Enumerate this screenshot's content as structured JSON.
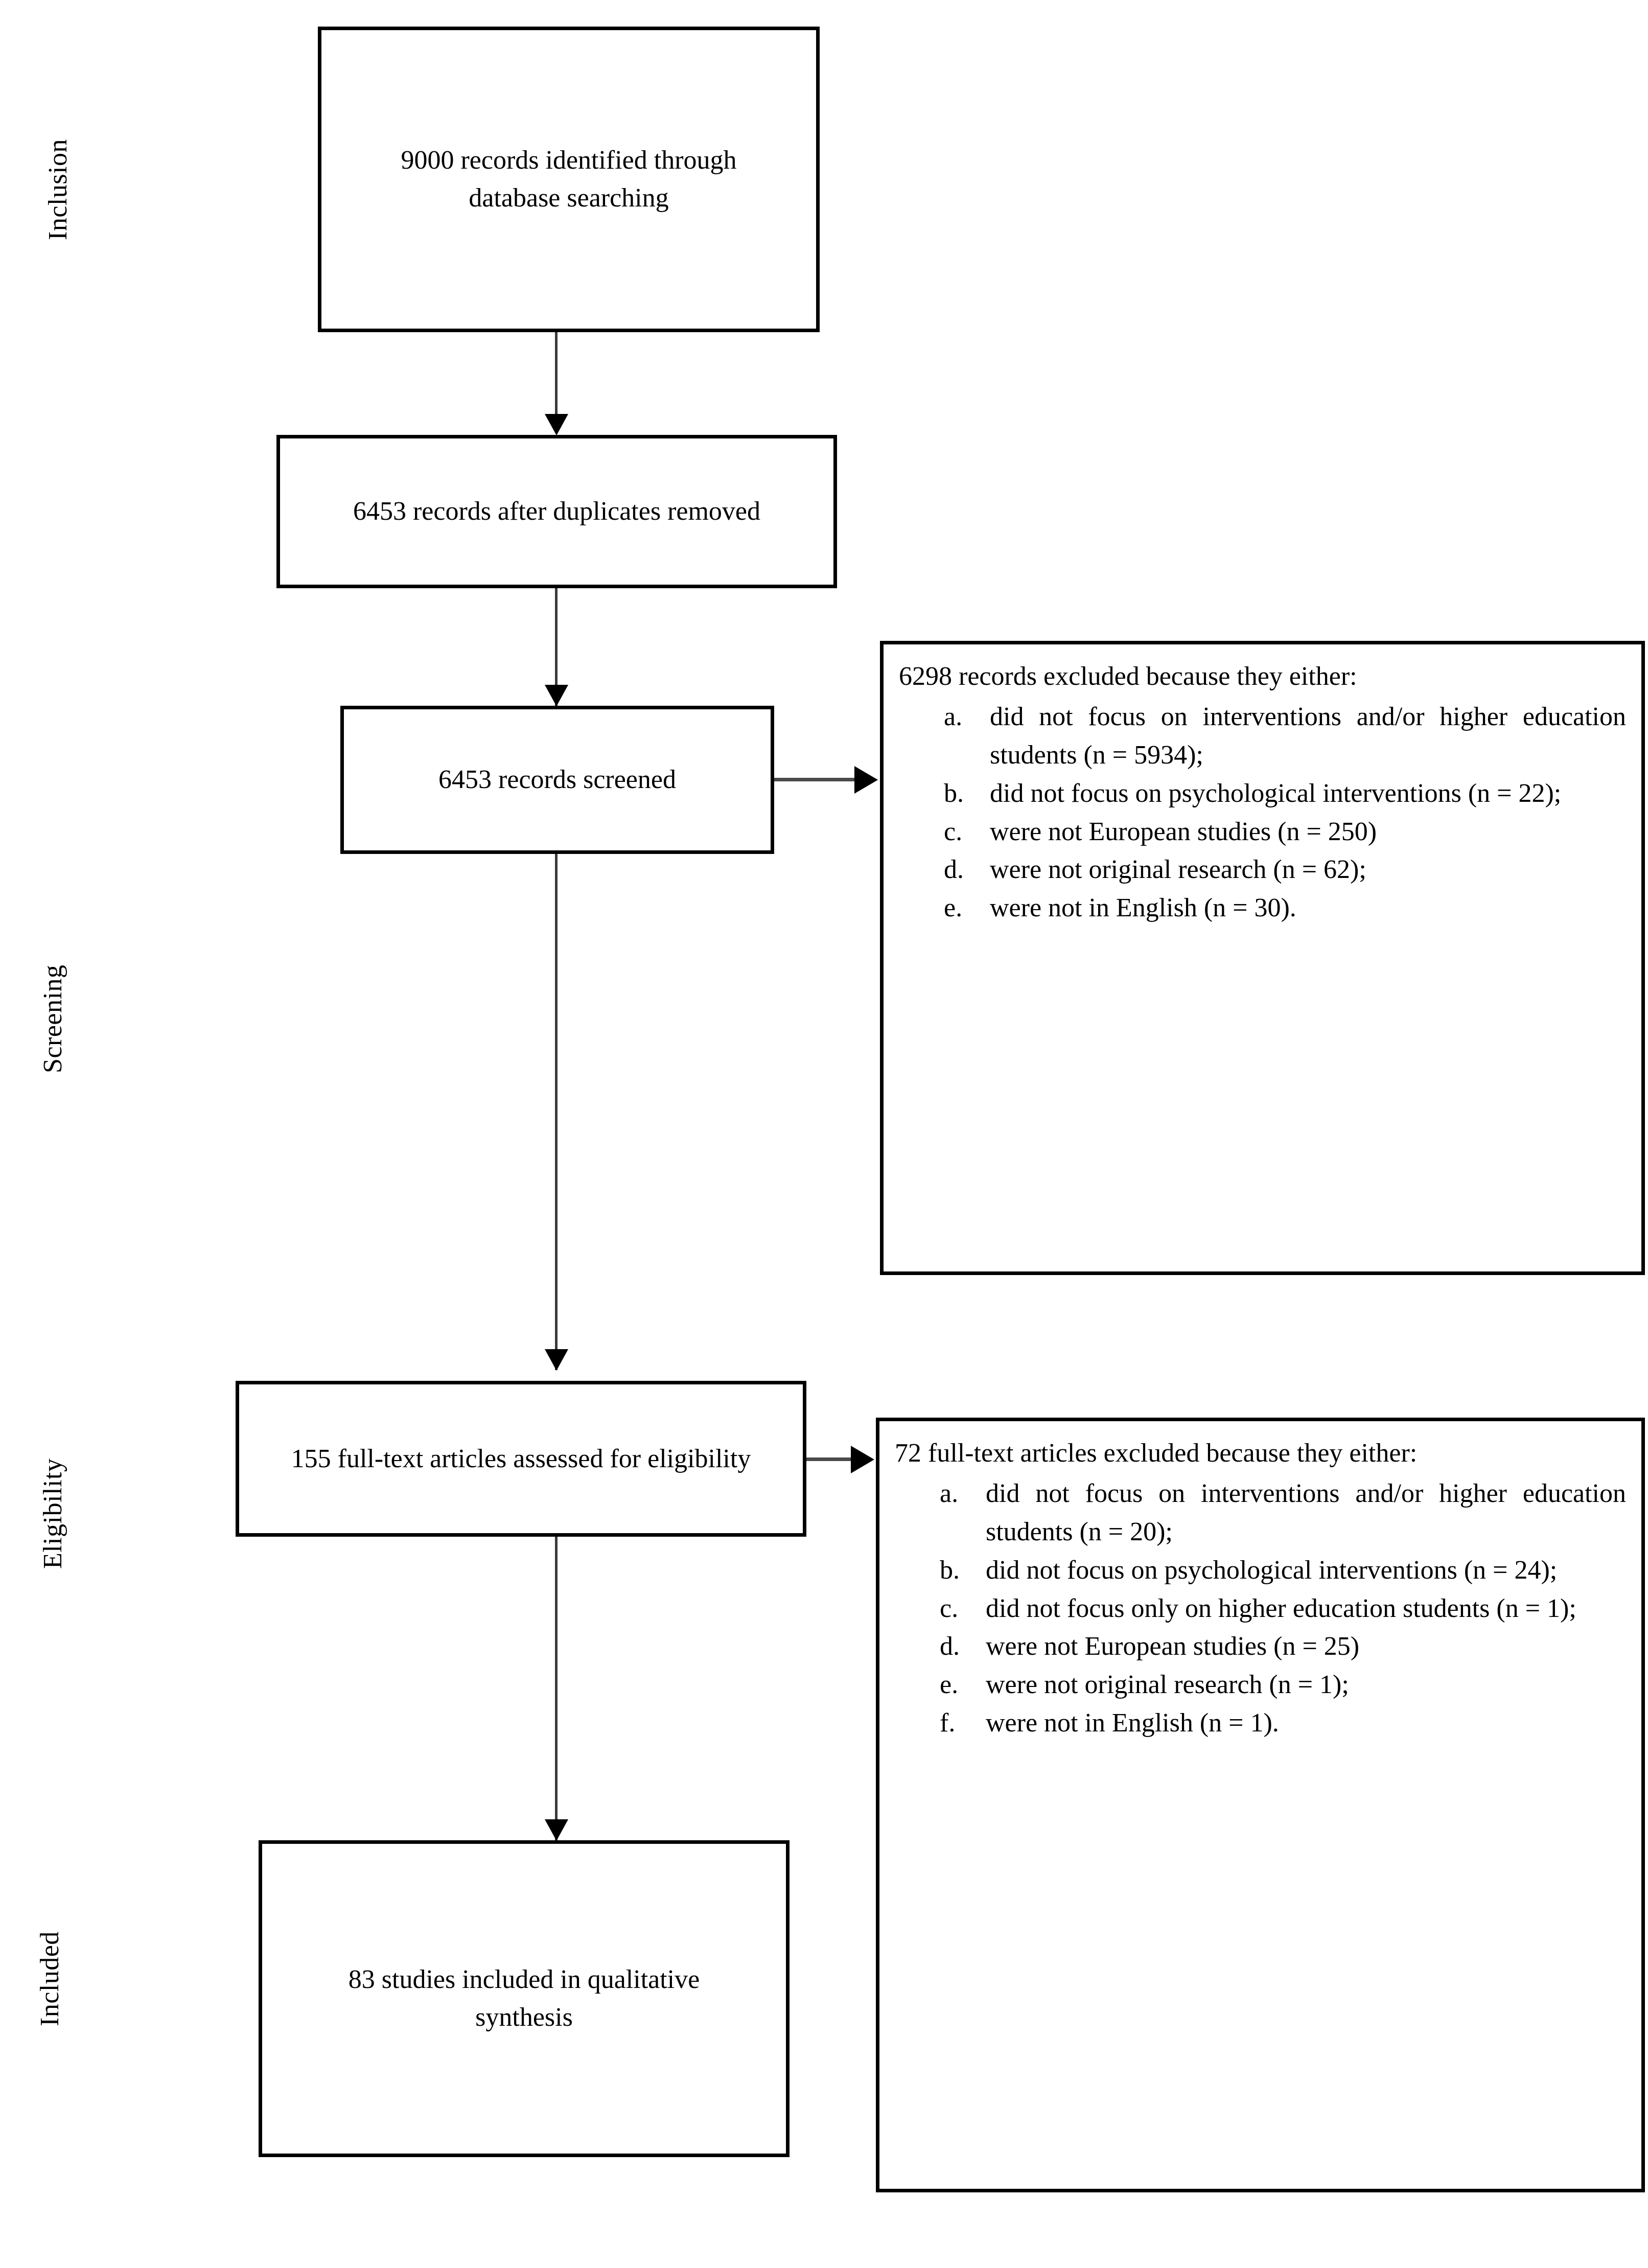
{
  "diagram": {
    "type": "prisma-flow-diagram",
    "stages": [
      {
        "id": "inclusion",
        "label": "Inclusion"
      },
      {
        "id": "screening",
        "label": "Screening"
      },
      {
        "id": "eligibility",
        "label": "Eligibility"
      },
      {
        "id": "included",
        "label": "Included"
      }
    ],
    "boxes": [
      {
        "id": "identified",
        "text": "9000 records identified through database searching",
        "count": 9000
      },
      {
        "id": "duplicates-removed",
        "text": "6453 records after duplicates removed",
        "count": 6453
      },
      {
        "id": "screened",
        "text": "6453 records screened",
        "count": 6453
      },
      {
        "id": "full-text-assessed",
        "text": "155 full-text articles assessed for eligibility",
        "count": 155
      },
      {
        "id": "included-synthesis",
        "text": "83 studies included in qualitative synthesis",
        "count": 83
      }
    ],
    "exclusions": [
      {
        "id": "records-excluded",
        "heading": "6298 records excluded because they either:",
        "count": 6298,
        "items": [
          {
            "marker": "a.",
            "text": "did not focus on interventions and/or higher education students (n = 5934);",
            "n": 5934
          },
          {
            "marker": "b.",
            "text": "did not focus on psychological interventions (n = 22);",
            "n": 22
          },
          {
            "marker": "c.",
            "text": "were not European studies (n = 250)",
            "n": 250
          },
          {
            "marker": "d.",
            "text": "were not original research (n = 62);",
            "n": 62
          },
          {
            "marker": "e.",
            "text": "were not in English (n = 30).",
            "n": 30
          }
        ]
      },
      {
        "id": "full-text-excluded",
        "heading": "72 full-text articles excluded because they either:",
        "count": 72,
        "items": [
          {
            "marker": "a.",
            "text": "did not focus on interventions and/or higher education students (n = 20);",
            "n": 20
          },
          {
            "marker": "b.",
            "text": "did not focus on psychological interventions (n = 24);",
            "n": 24
          },
          {
            "marker": "c.",
            "text": "did not focus only on higher education students (n = 1);",
            "n": 1
          },
          {
            "marker": "d.",
            "text": "were not European studies (n = 25)",
            "n": 25
          },
          {
            "marker": "e.",
            "text": "were not original research (n = 1);",
            "n": 1
          },
          {
            "marker": "f.",
            "text": "were not in English (n = 1).",
            "n": 1
          }
        ]
      }
    ],
    "colors": {
      "border": "#000000",
      "text": "#000000",
      "connector": "#3a3a3a",
      "background": "#ffffff"
    }
  }
}
